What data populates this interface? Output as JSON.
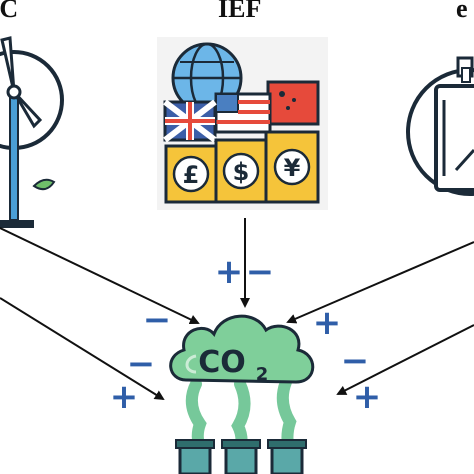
{
  "labels": {
    "left": "EC",
    "middle": "IEF",
    "right": "e"
  },
  "center": {
    "main": "CO",
    "subscript": "2"
  },
  "flag_currency": [
    "£",
    "$",
    "¥"
  ],
  "signs": {
    "mid": [
      "+",
      "−"
    ],
    "left_upper": "−",
    "left_lower": "+",
    "right_upper": "+",
    "right_lower": "+",
    "left_mid": "−",
    "right_mid": "−"
  },
  "colors": {
    "sign_blue": "#2f5ea8",
    "cloud_green": "#7fcf9a",
    "gold": "#f5c43a",
    "smoke_green": "#76c89a",
    "outline": "#1b2a38"
  },
  "icons": {
    "left": "wind-turbine-icon",
    "middle": "currency-flags-globe-icon",
    "right": "document-chart-icon",
    "center": "co2-factory-cloud-icon"
  }
}
